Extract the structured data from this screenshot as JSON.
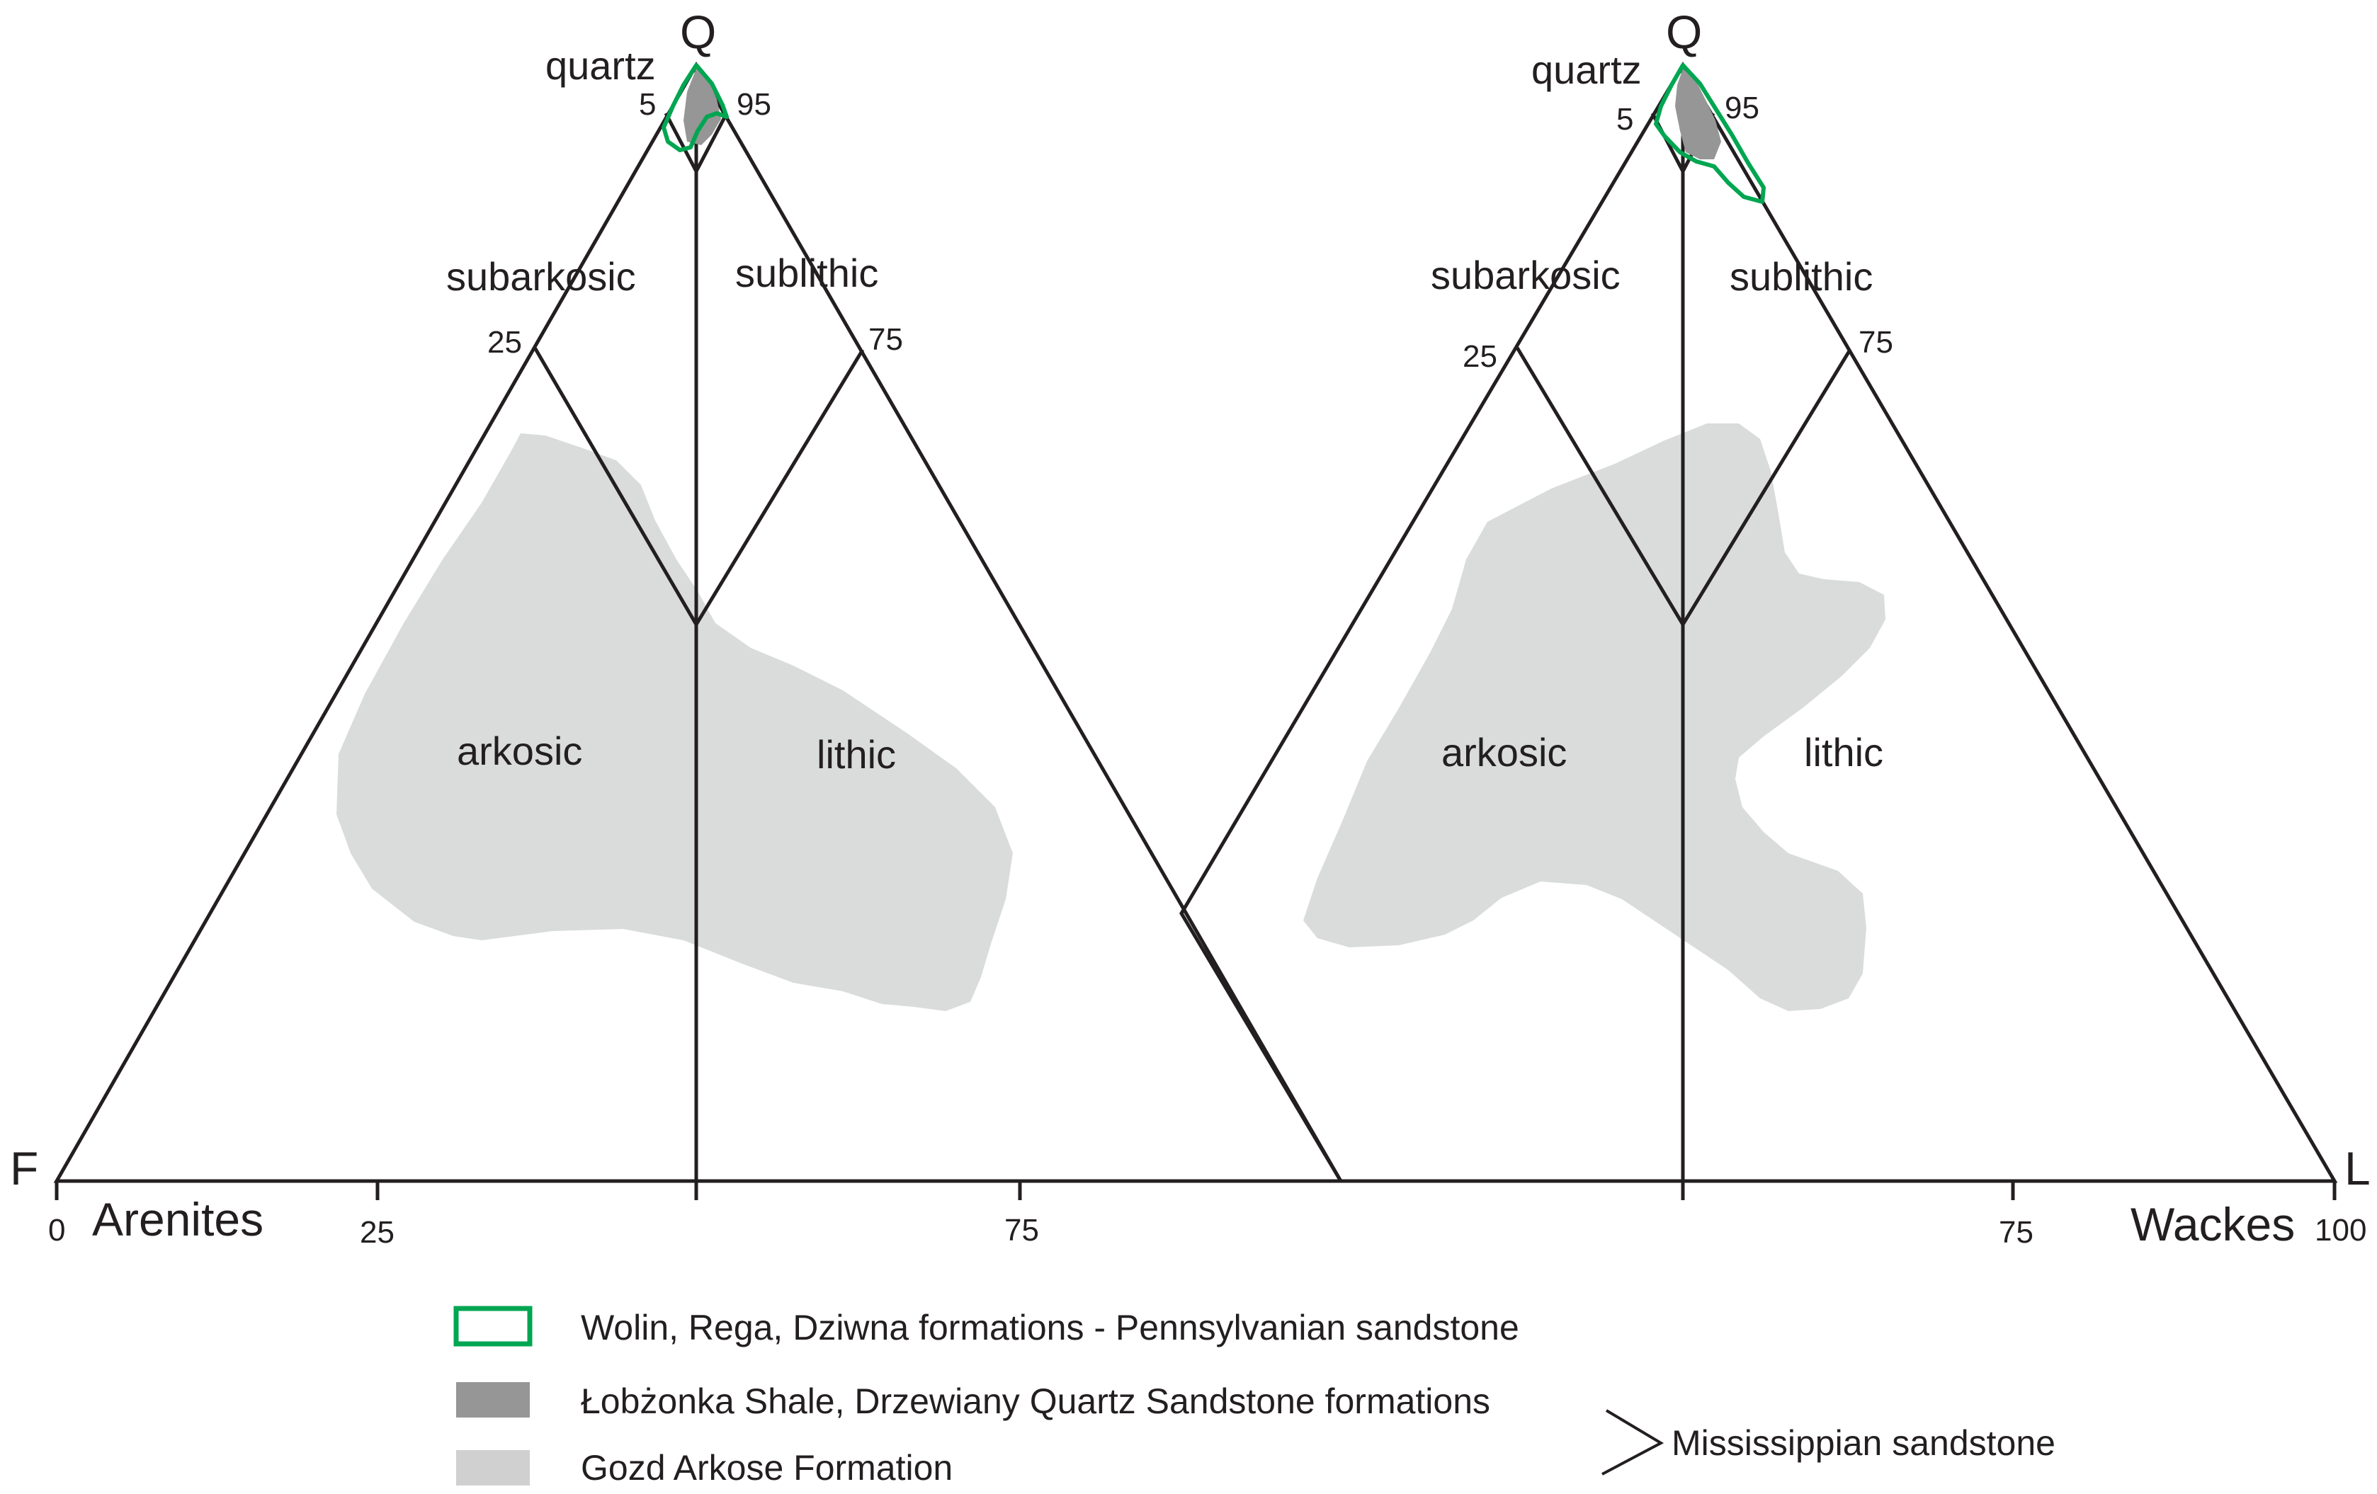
{
  "vertices": {
    "top": "Q",
    "left": "F",
    "right": "L"
  },
  "fields": {
    "quartz": "quartz",
    "subarkosic": "subarkosic",
    "sublithic": "sublithic",
    "arkosic": "arkosic",
    "lithic": "lithic"
  },
  "ticks": {
    "q5": "5",
    "q95": "95",
    "q25": "25",
    "q75": "75",
    "base0": "0",
    "base25": "25",
    "base75": "75",
    "base100": "100"
  },
  "diagrams": [
    {
      "type_label": "Arenites"
    },
    {
      "type_label": "Wackes"
    }
  ],
  "legend": {
    "items": [
      {
        "label": "Wolin, Rega, Dziwna formations - Pennsylvanian sandstone",
        "style": "outline",
        "color": "#00a651"
      },
      {
        "label": "Łobżonka Shale, Drzewiany Quartz Sandstone formations",
        "style": "fill",
        "color": "#969696"
      },
      {
        "label": "Gozd Arkose Formation",
        "style": "fill",
        "color": "#dadcdc"
      }
    ],
    "group_label": "Mississippian sandstone"
  }
}
